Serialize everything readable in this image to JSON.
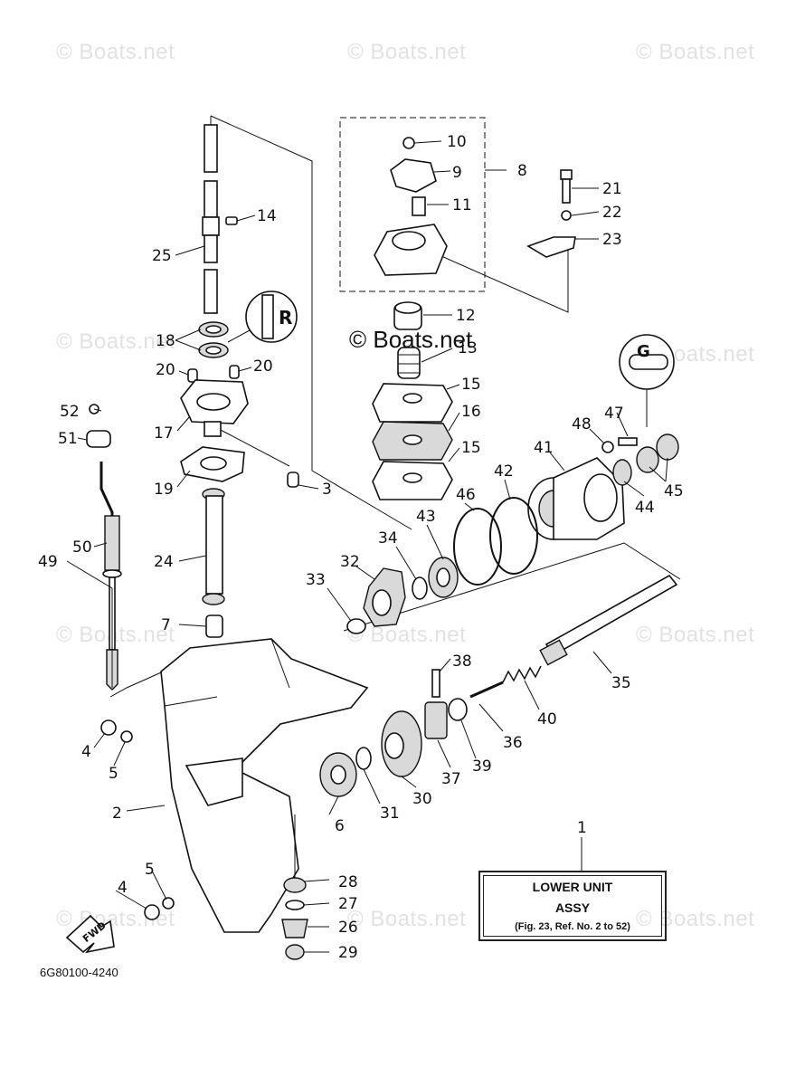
{
  "watermark": "© Boats.net",
  "center_mark": "© Boats.net",
  "diagram_code": "6G80100-4240",
  "title_box": {
    "line1": "LOWER UNIT",
    "line2": "ASSY",
    "ref": "(Fig. 23, Ref. No. 2 to 52)"
  },
  "callouts": [
    "1",
    "2",
    "3",
    "4",
    "5",
    "6",
    "7",
    "8",
    "9",
    "10",
    "11",
    "12",
    "13",
    "14",
    "15",
    "16",
    "17",
    "18",
    "19",
    "20",
    "21",
    "22",
    "23",
    "24",
    "25",
    "26",
    "27",
    "28",
    "29",
    "30",
    "31",
    "32",
    "33",
    "34",
    "35",
    "36",
    "37",
    "38",
    "39",
    "40",
    "41",
    "42",
    "43",
    "44",
    "45",
    "46",
    "47",
    "48",
    "49",
    "50",
    "51",
    "52"
  ],
  "fwd_label": "FWD"
}
